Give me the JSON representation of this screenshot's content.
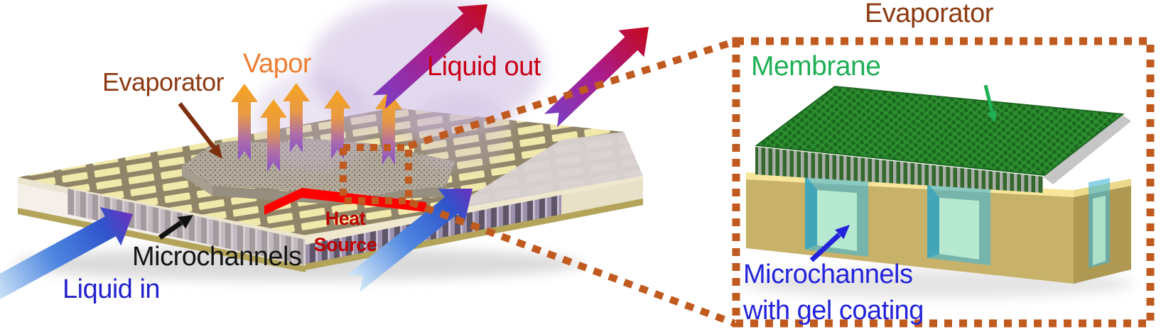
{
  "figure": {
    "left_panel": {
      "evaporator_label": "Evaporator",
      "vapor_label": "Vapor",
      "liquid_out_label": "Liquid out",
      "heat_source_line1": "Heat",
      "heat_source_line2": "Source",
      "microchannels_label": "Microchannels",
      "liquid_in_label": "Liquid in"
    },
    "right_panel": {
      "title": "Evaporator",
      "membrane_label": "Membrane",
      "gel_line1": "Microchannels",
      "gel_line2": "with gel coating"
    }
  },
  "colors": {
    "evaporator-brown": "#8C3A12",
    "vapor-orange": "#ED7D31",
    "liquid-out-red": "#C80016",
    "heat-red": "#BE0000",
    "ink-black": "#141414",
    "liquid-in-blue": "#2222CC",
    "membrane-green": "#1FAF54",
    "gel-blue": "#2323DC",
    "callout-orange": "#C05A1F",
    "heat-band-red": "#FF0000",
    "arrow-purple": "#8852C6",
    "arrow-orange": "#F6A41F",
    "arrow-crimson": "#C4081C",
    "arrow-blue": "#2F55CC",
    "arrow-pale-blue": "#D6EBF8",
    "chip-tan": "#B3A45A",
    "chip-cream": "#EFE8CE",
    "fin-yellow": "#F3EBA9",
    "pillar-purple": "#9C91AC",
    "membrane-surface-green": "#2E8E2F",
    "base-tan": "#C8B169",
    "base-yellow": "#F8E79B",
    "gel-teal": "#41B8D8"
  }
}
